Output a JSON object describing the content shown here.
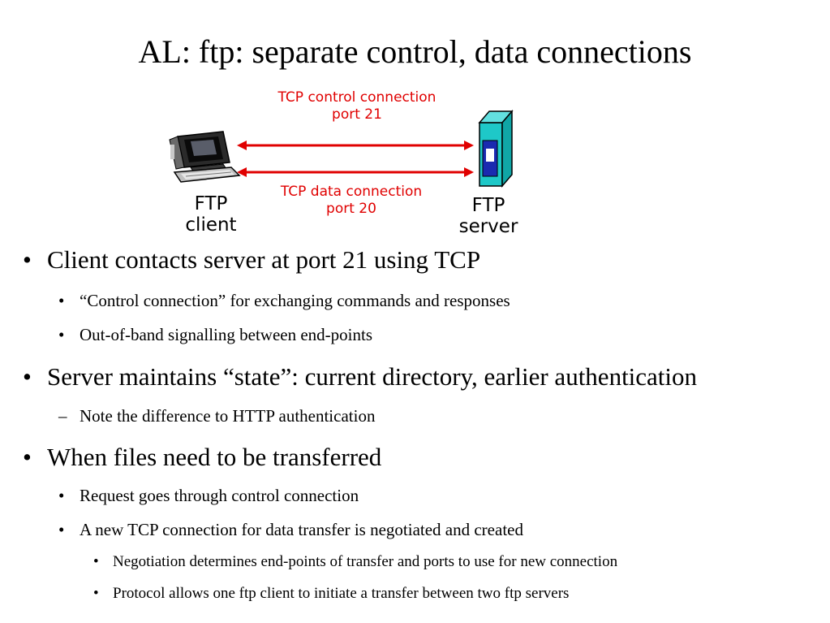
{
  "title": "AL: ftp: separate control, data connections",
  "diagram": {
    "control_connection": {
      "line1": "TCP control connection",
      "line2": "port 21"
    },
    "data_connection": {
      "line1": "TCP data connection",
      "line2": "port 20"
    },
    "client": {
      "line1": "FTP",
      "line2": "client",
      "icon": "computer-icon"
    },
    "server": {
      "line1": "FTP",
      "line2": "server",
      "icon": "server-tower-icon"
    },
    "colors": {
      "arrow": "#e00000",
      "server": "#1ec8c8",
      "label": "#e00000"
    }
  },
  "bullets": [
    {
      "marker": "•",
      "text": "Client contacts server at port 21 using TCP"
    },
    {
      "marker": "•",
      "text": "“Control connection” for exchanging commands and responses"
    },
    {
      "marker": "•",
      "text": "Out-of-band signalling between end-points"
    },
    {
      "marker": "•",
      "text": "Server maintains “state”: current directory, earlier authentication"
    },
    {
      "marker": "–",
      "text": "Note the difference to HTTP authentication"
    },
    {
      "marker": "•",
      "text": "When files need to be transferred"
    },
    {
      "marker": "•",
      "text": "Request goes through control connection"
    },
    {
      "marker": "•",
      "text": "A new TCP connection for data transfer is negotiated and created"
    },
    {
      "marker": "•",
      "text": "Negotiation determines end-points of transfer and ports to use for new connection"
    },
    {
      "marker": "•",
      "text": "Protocol allows one ftp client to initiate a transfer between two ftp servers"
    }
  ]
}
